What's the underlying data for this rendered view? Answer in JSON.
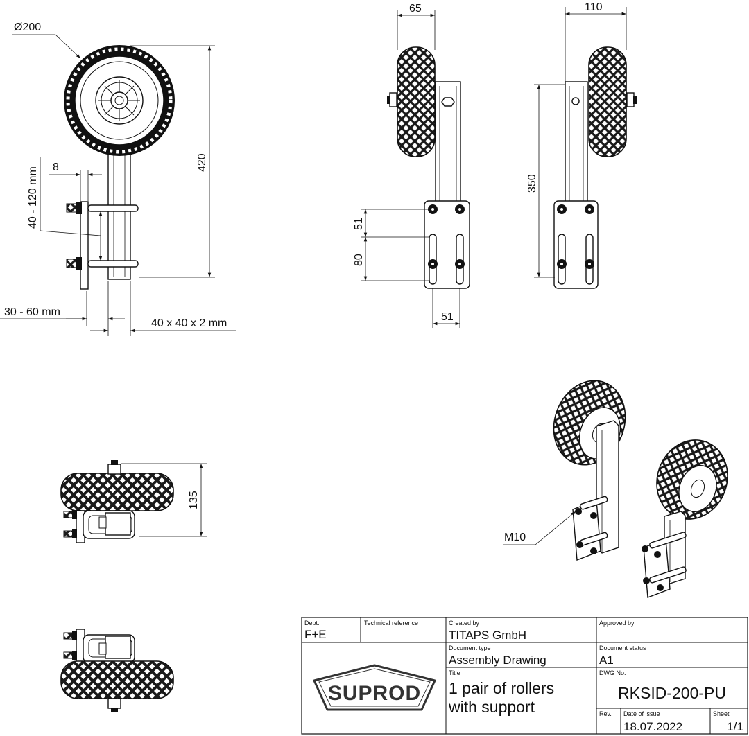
{
  "dimensions": {
    "wheel_diameter": "Ø200",
    "total_height": "420",
    "plate_thickness": "8",
    "clamp_range": "40 - 120 mm",
    "offset_range": "30 - 60 mm",
    "tube_size": "40 x 40 x 2 mm",
    "tire_width": "65",
    "wheel_offset": "110",
    "hole_spacing_v1": "51",
    "slot_length": "80",
    "hole_spacing_h": "51",
    "arm_height": "350",
    "top_view_width": "135",
    "bolt": "M10"
  },
  "title_block": {
    "dept_label": "Dept.",
    "dept_value": "F+E",
    "tech_ref_label": "Technical reference",
    "tech_ref_value": "",
    "created_by_label": "Created by",
    "created_by_value": "TITAPS GmbH",
    "approved_by_label": "Approved by",
    "approved_by_value": "",
    "doc_type_label": "Document type",
    "doc_type_value": "Assembly Drawing",
    "doc_status_label": "Document status",
    "doc_status_value": "A1",
    "title_label": "Title",
    "title_line1": "1 pair of rollers",
    "title_line2": "with support",
    "dwg_no_label": "DWG No.",
    "dwg_no_value": "RKSID-200-PU",
    "rev_label": "Rev.",
    "rev_value": "",
    "date_label": "Date of issue",
    "date_value": "18.07.2022",
    "sheet_label": "Sheet",
    "sheet_value": "1/1",
    "logo_text": "SUPROD"
  }
}
